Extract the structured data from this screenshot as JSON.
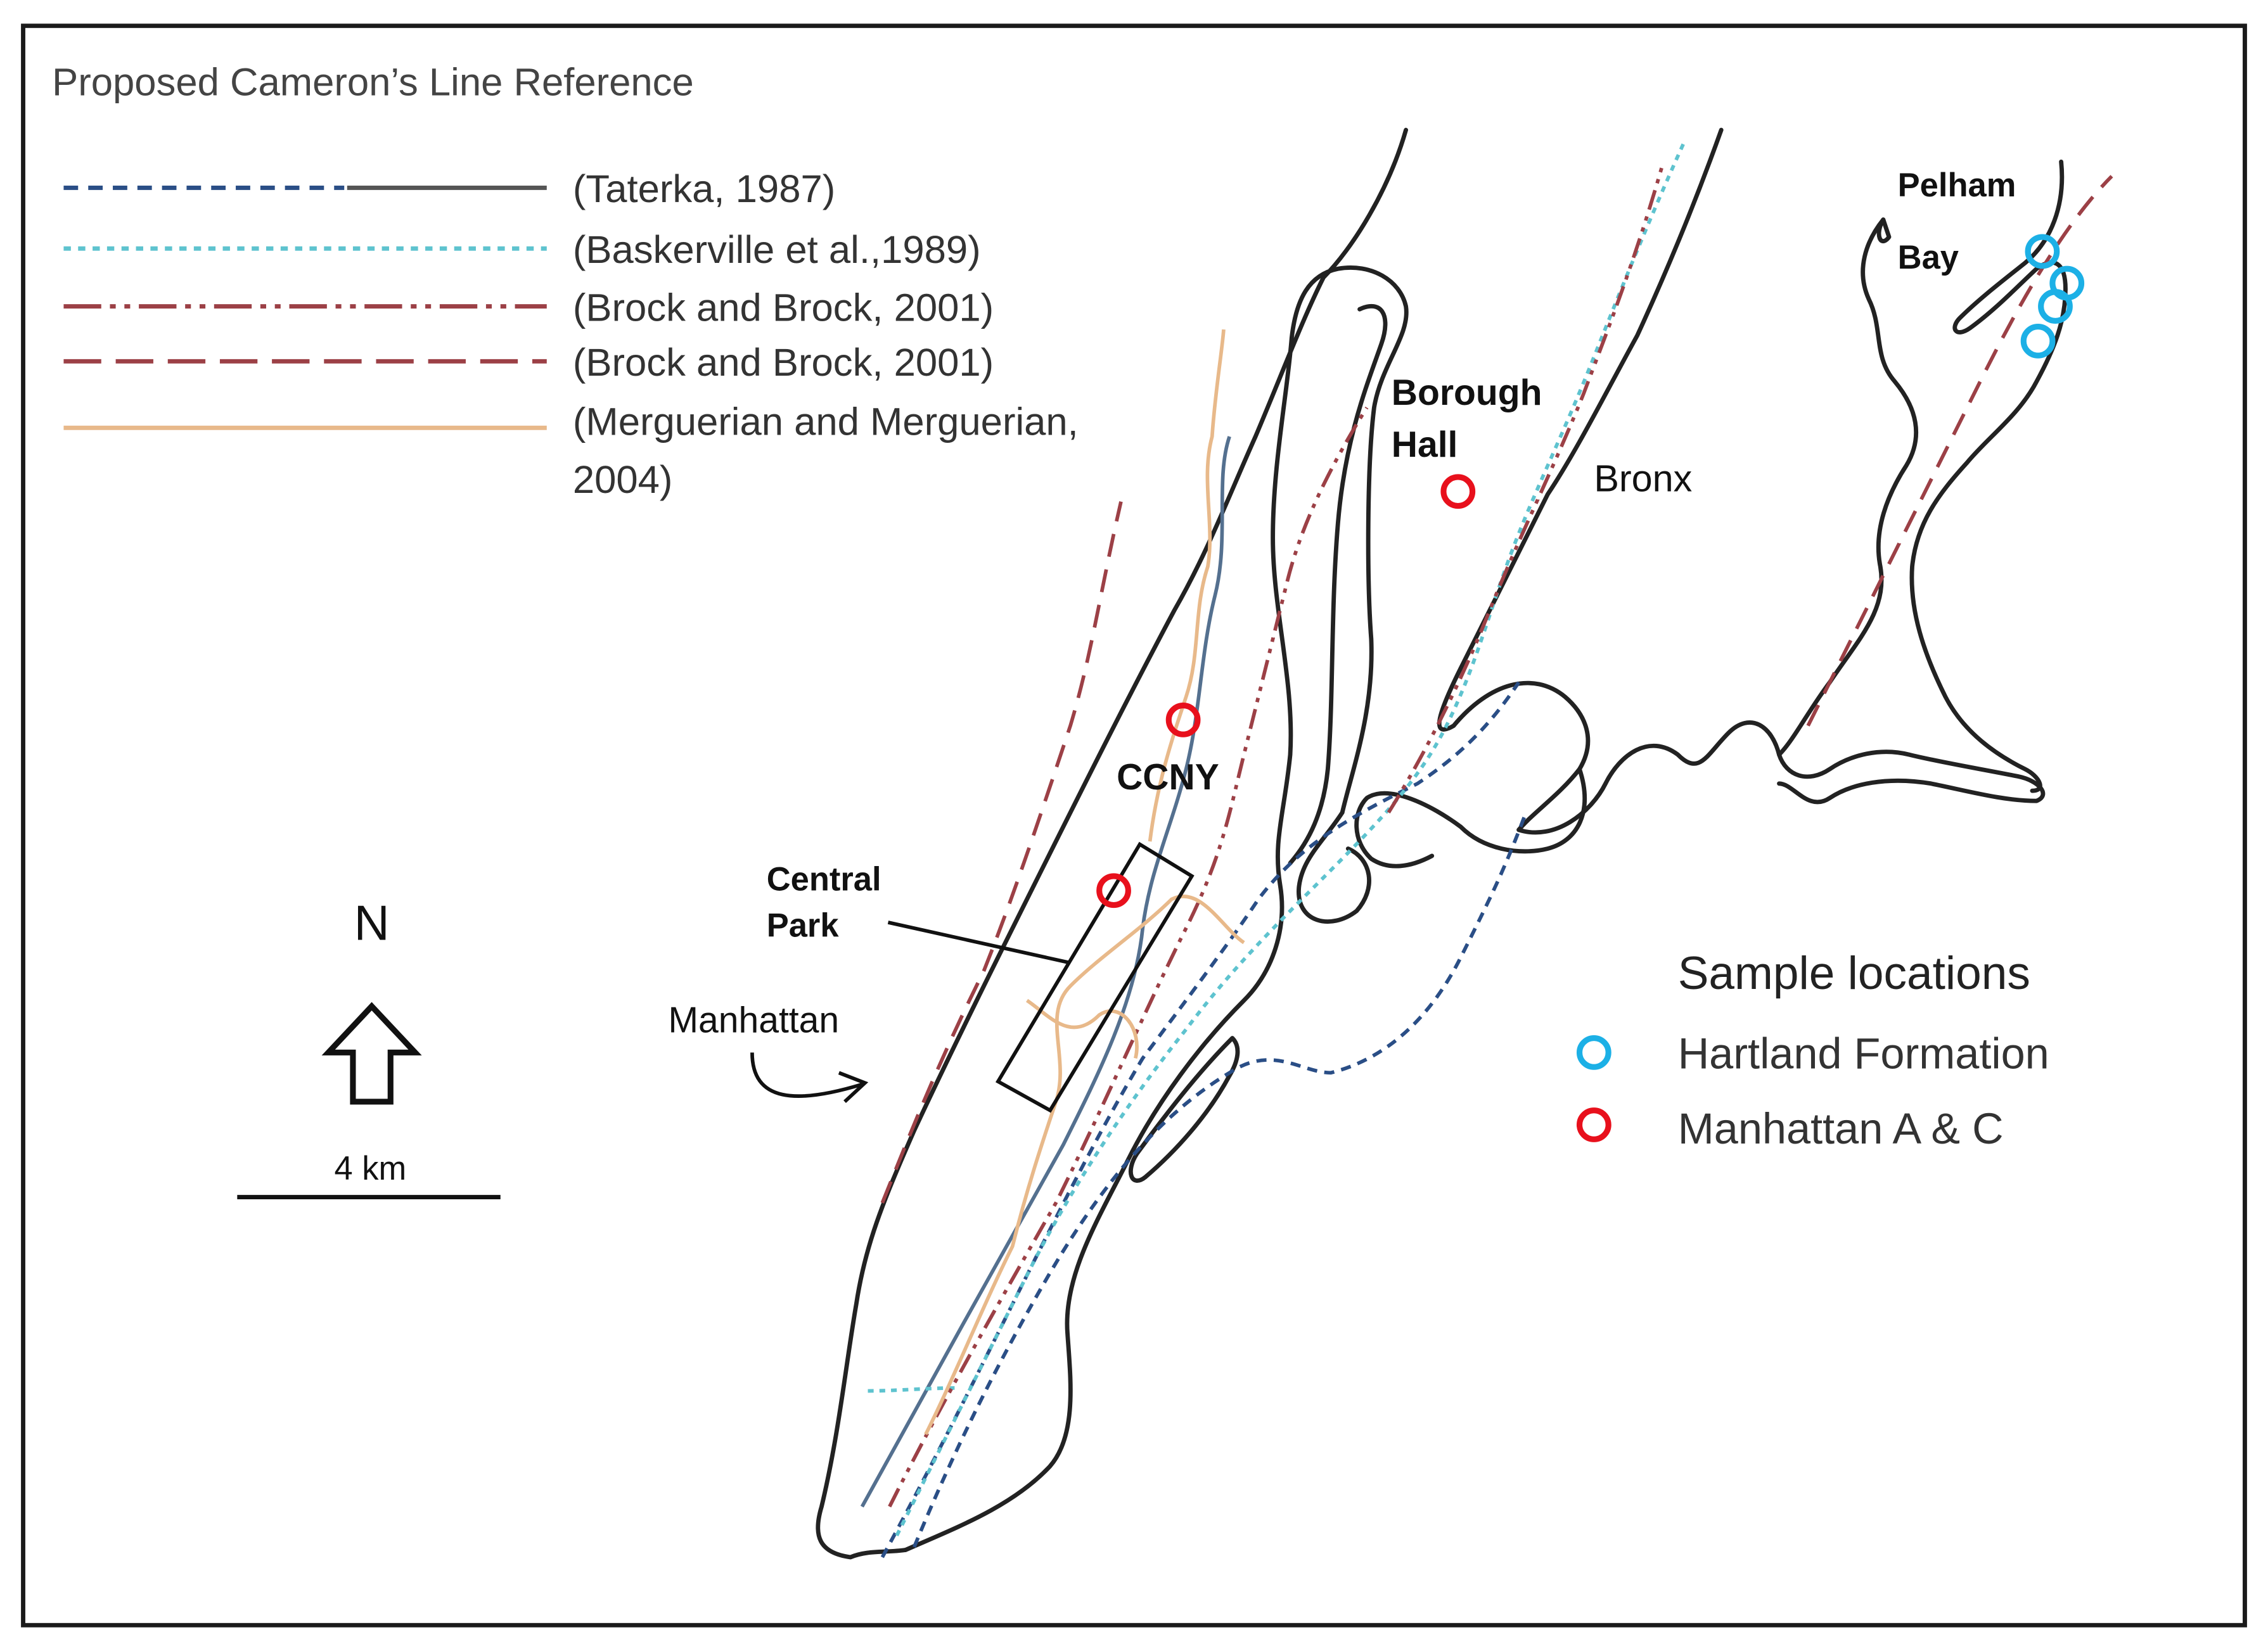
{
  "legend": {
    "header_line": "Proposed Cameron’s Line  Reference",
    "entries": [
      {
        "label": "(Taterka,  1987)",
        "style": "dashed-then-solid",
        "color": "#2a4e86",
        "color2": "#555555"
      },
      {
        "label": "(Baskerville et al.,1989)",
        "style": "dotted",
        "color": "#5ec3cf"
      },
      {
        "label": "(Brock and Brock, 2001)",
        "style": "dash-dot-dot",
        "color": "#9c4046"
      },
      {
        "label": "(Brock and Brock, 2001)",
        "style": "long-dash",
        "color": "#9c4046"
      },
      {
        "label": "(Merguerian and Merguerian,",
        "label_cont": "2004)",
        "style": "solid",
        "color": "#e8b98a"
      }
    ]
  },
  "places": {
    "pelham": "Pelham",
    "bay": "Bay",
    "borough": "Borough",
    "hall": "Hall",
    "bronx": "Bronx",
    "ccny": "CCNY",
    "central": "Central",
    "park": "Park",
    "manhattan": "Manhattan"
  },
  "north_label": "N",
  "scale_label": "4 km",
  "samples": {
    "title": "Sample locations",
    "items": [
      {
        "label": "Hartland Formation",
        "color": "#1cb0e6"
      },
      {
        "label": "Manhattan A & C",
        "color": "#e8101c"
      }
    ]
  },
  "colors": {
    "coastline": "#222222",
    "taterka": "#2a4e86",
    "baskerville": "#5ec3cf",
    "brock": "#9c4046",
    "merguerian": "#e8b98a",
    "hartland_marker": "#1cb0e6",
    "manhattan_marker": "#e8101c"
  }
}
